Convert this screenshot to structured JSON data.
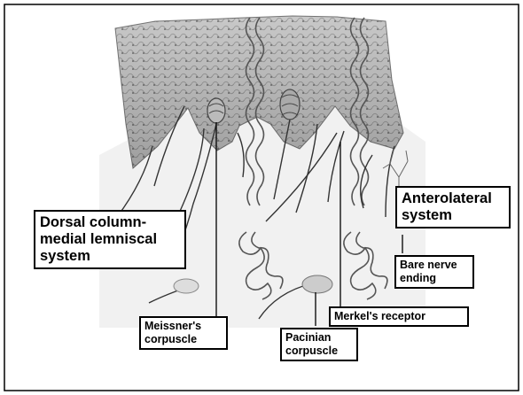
{
  "labels": {
    "dorsal": "Dorsal column-\nmedial lemniscal\nsystem",
    "anterolateral": "Anterolateral\nsystem",
    "bare_nerve": "Bare nerve\nending",
    "meissner": "Meissner's\ncorpuscle",
    "pacinian": "Pacinian\ncorpuscle",
    "merkel": "Merkel's receptor"
  }
}
